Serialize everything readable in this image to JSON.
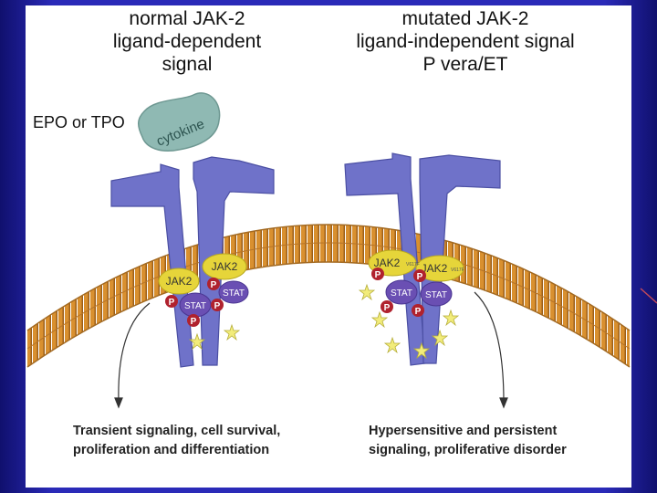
{
  "left_panel": {
    "heading": "normal JAK-2\nligand-dependent\nsignal",
    "ligand_label": "EPO or TPO",
    "ligand_name": "cytokine",
    "kinase_labels": [
      "JAK2",
      "JAK2"
    ],
    "stat_labels": [
      "STAT",
      "STAT"
    ],
    "phospho_label": "P",
    "caption": "Transient signaling, cell survival,\nproliferation and differentiation"
  },
  "right_panel": {
    "heading": "mutated JAK-2\nligand-independent signal\nP vera/ET",
    "kinase_labels": [
      "JAK2",
      "JAK2"
    ],
    "kinase_suffix": "V617F",
    "stat_labels": [
      "STAT",
      "STAT"
    ],
    "phospho_label": "P",
    "caption": "Hypersensitive and persistent\nsignaling, proliferative disorder"
  },
  "colors": {
    "slide_background": "#2a2ab8",
    "receptor": "#6f72c9",
    "membrane": "#d9902f",
    "cytokine": "#8fb9b3",
    "jak2": "#e6d53a",
    "stat": "#6a4fb3",
    "phospho": "#b0222e",
    "star": "#f2ec7a"
  }
}
